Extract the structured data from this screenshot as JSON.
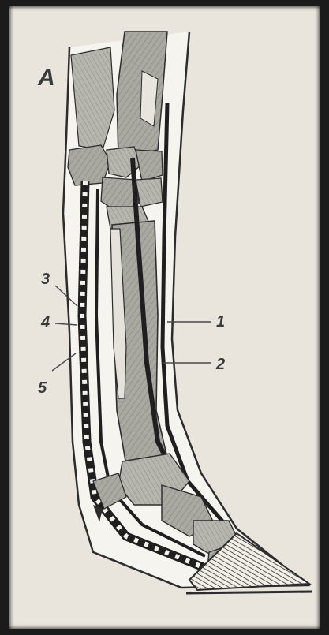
{
  "figure": {
    "panel_letter": "A",
    "callouts": [
      "1",
      "2",
      "3",
      "4",
      "5"
    ]
  },
  "colors": {
    "background": "#1b1b1b",
    "paper": "#e9e5dd",
    "ink": "#2c2c2c",
    "bone": "#a9a9a2",
    "bone_dark": "#8e8e88"
  }
}
